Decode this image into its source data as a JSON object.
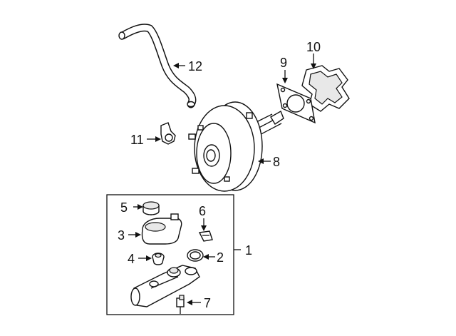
{
  "diagram": {
    "callouts": [
      {
        "id": "1",
        "text": "1",
        "part": "master-cylinder-assembly-box"
      },
      {
        "id": "2",
        "text": "2",
        "part": "o-ring-seal"
      },
      {
        "id": "3",
        "text": "3",
        "part": "fluid-reservoir"
      },
      {
        "id": "4",
        "text": "4",
        "part": "reservoir-grommet"
      },
      {
        "id": "5",
        "text": "5",
        "part": "reservoir-cap"
      },
      {
        "id": "6",
        "text": "6",
        "part": "reservoir-clip"
      },
      {
        "id": "7",
        "text": "7",
        "part": "brake-fluid-sensor"
      },
      {
        "id": "8",
        "text": "8",
        "part": "brake-booster"
      },
      {
        "id": "9",
        "text": "9",
        "part": "booster-gasket"
      },
      {
        "id": "10",
        "text": "10",
        "part": "insulator-pad"
      },
      {
        "id": "11",
        "text": "11",
        "part": "check-valve"
      },
      {
        "id": "12",
        "text": "12",
        "part": "vacuum-hose"
      }
    ]
  }
}
